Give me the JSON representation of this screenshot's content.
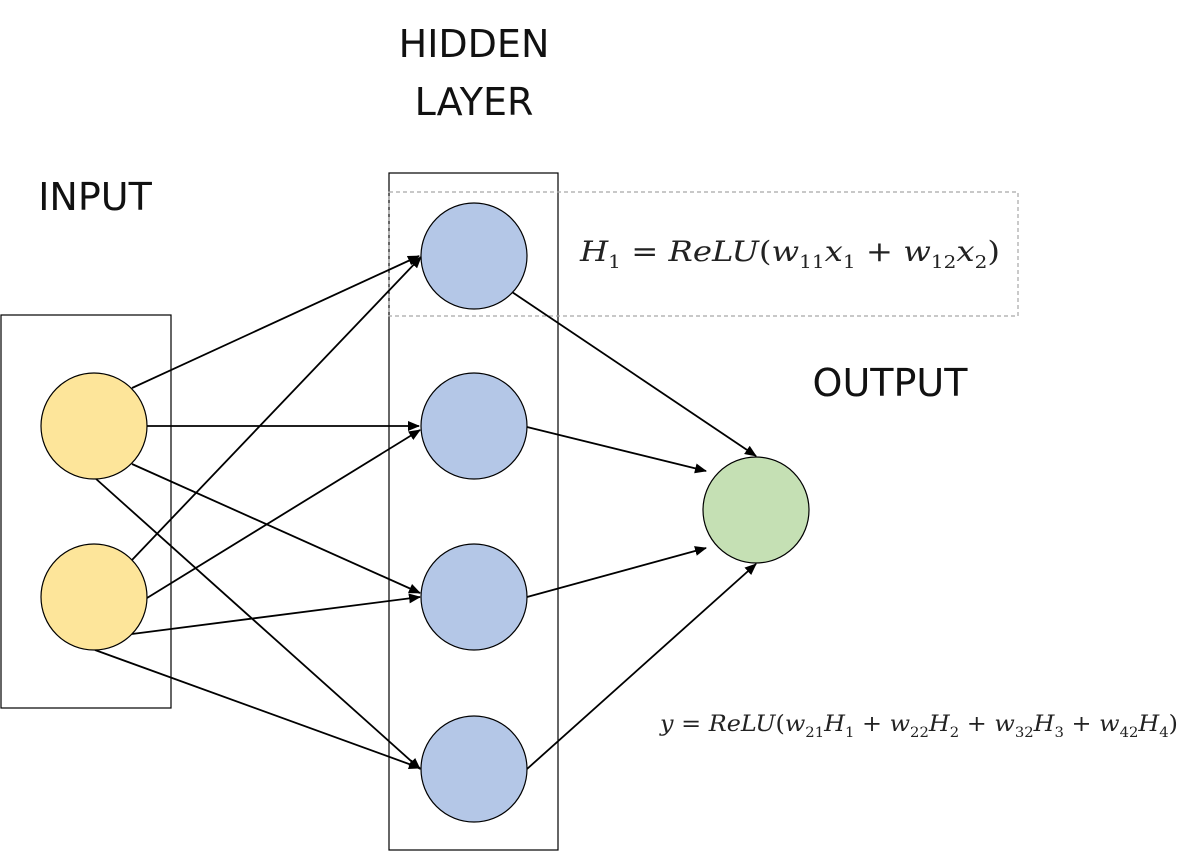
{
  "labels": {
    "hidden_line1": "HIDDEN",
    "hidden_line2": "LAYER",
    "input": "INPUT",
    "output": "OUTPUT"
  },
  "equations": {
    "h1": {
      "H": "H",
      "one": "1",
      "eq": " = ",
      "relu": "ReLU",
      "open": "(",
      "w": "w",
      "w11_sub": "11",
      "x": "x",
      "x1_sub": "1",
      "plus": " + ",
      "w12_sub": "12",
      "x2_sub": "2",
      "close": ")"
    },
    "y": {
      "y": "y",
      "eq": " = ",
      "relu": "ReLU",
      "open": "(",
      "w": "w",
      "H": "H",
      "plus": " + ",
      "w21": "21",
      "h1": "1",
      "w22": "22",
      "h2": "2",
      "w32": "32",
      "h3": "3",
      "w42": "42",
      "h4": "4",
      "close": ")"
    }
  },
  "colors": {
    "input_node": "#fde59a",
    "hidden_node": "#b4c7e7",
    "output_node": "#c5e0b4",
    "stroke": "#000000",
    "dashed_box": "#a6a6a6"
  }
}
